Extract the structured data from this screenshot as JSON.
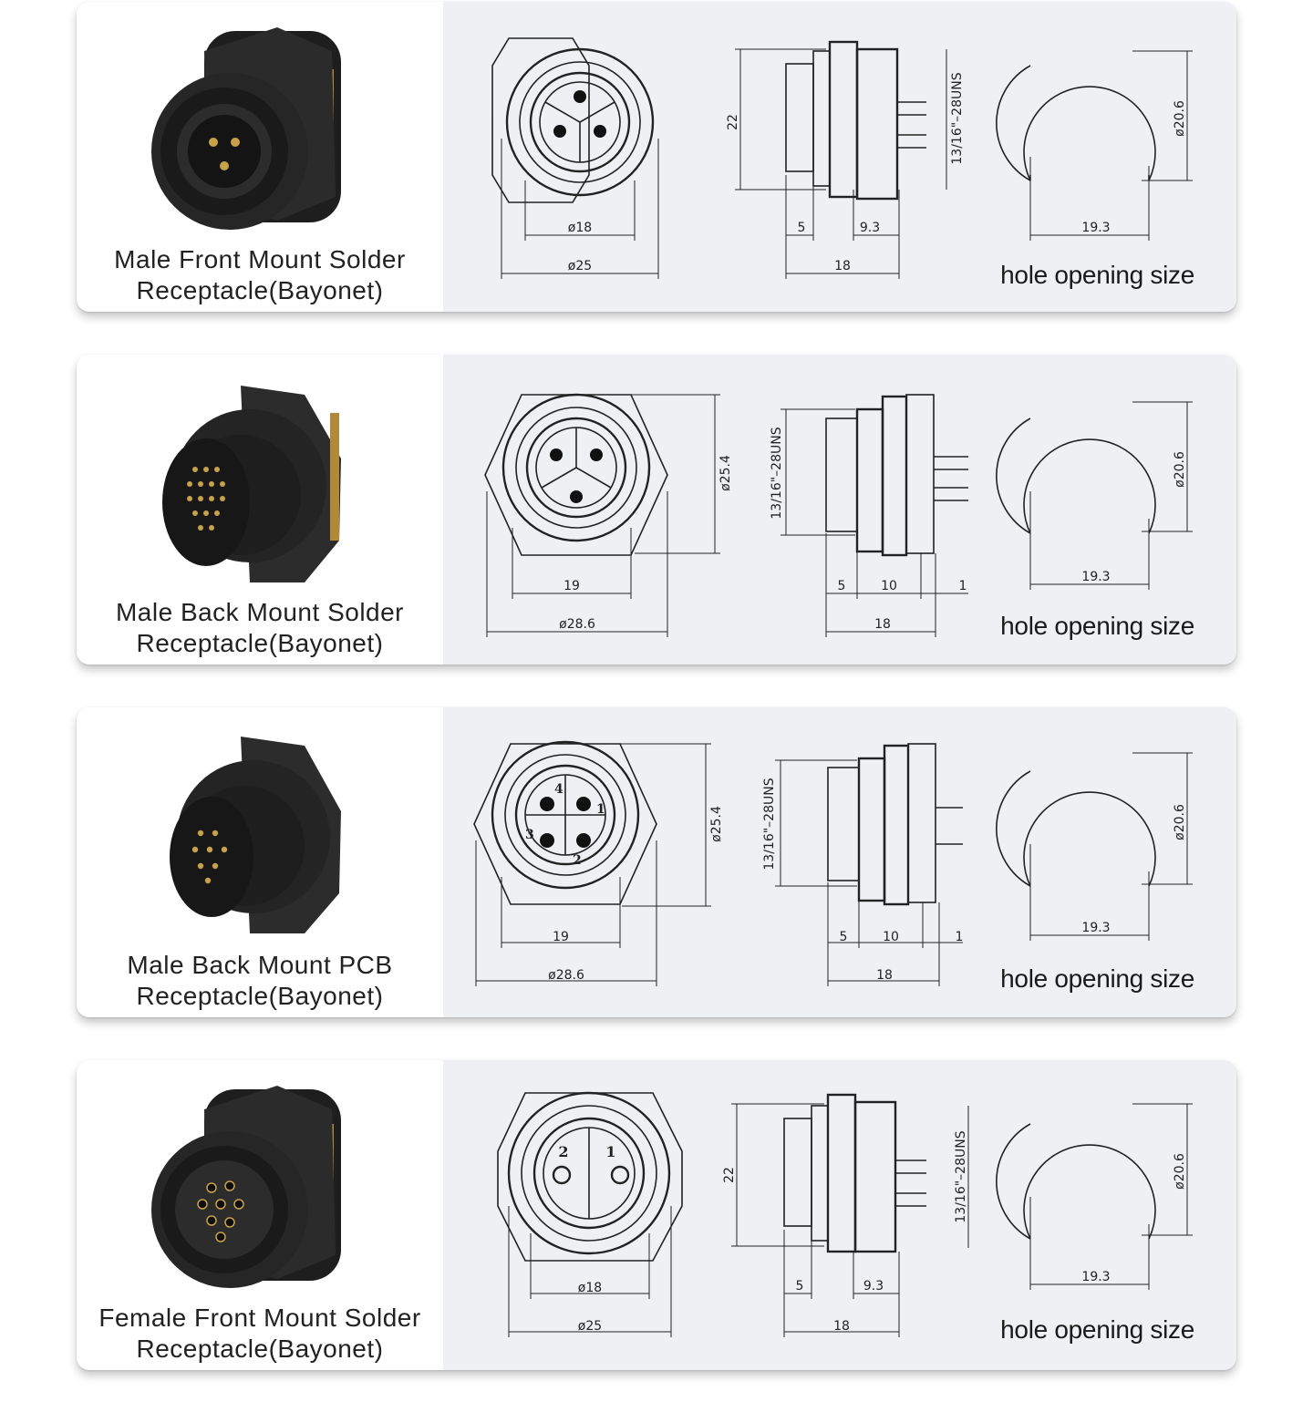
{
  "common": {
    "hole_label": "hole opening size",
    "hole_width": "19.3",
    "hole_diameter": "ø20.6",
    "thread": "13/16\"–28UNS"
  },
  "cards": [
    {
      "title_line1": "Male Front Mount Solder",
      "title_line2": "Receptacle(Bayonet)",
      "dim_inner": "ø18",
      "dim_outer": "ø25",
      "dim_side_height": "22",
      "dim_a": "5",
      "dim_b": "9.3",
      "dim_c": "",
      "dim_total": "18"
    },
    {
      "title_line1": "Male Back Mount Solder",
      "title_line2": "Receptacle(Bayonet)",
      "dim_inner": "19",
      "dim_outer": "ø28.6",
      "dim_side_height": "ø25.4",
      "dim_a": "5",
      "dim_b": "10",
      "dim_c": "1",
      "dim_total": "18"
    },
    {
      "title_line1": "Male Back Mount PCB",
      "title_line2": "Receptacle(Bayonet)",
      "dim_inner": "19",
      "dim_outer": "ø28.6",
      "dim_side_height": "ø25.4",
      "dim_a": "5",
      "dim_b": "10",
      "dim_c": "1",
      "dim_total": "18",
      "pins": [
        "4",
        "1",
        "3",
        "2"
      ]
    },
    {
      "title_line1": "Female Front Mount Solder",
      "title_line2": "Receptacle(Bayonet)",
      "dim_inner": "ø18",
      "dim_outer": "ø25",
      "dim_side_height": "22",
      "dim_a": "5",
      "dim_b": "9.3",
      "dim_c": "",
      "dim_total": "18",
      "pins": [
        "2",
        "1"
      ]
    }
  ]
}
